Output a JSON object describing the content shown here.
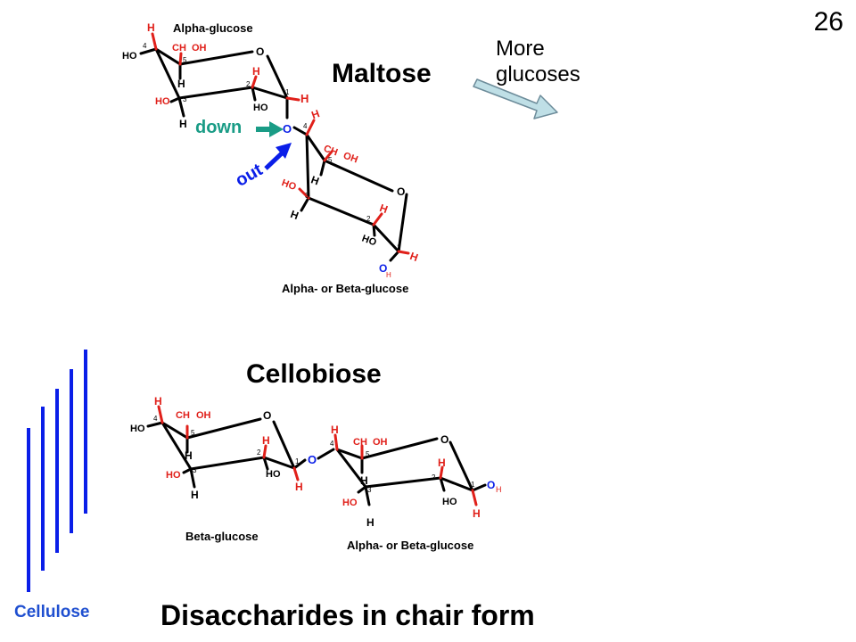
{
  "slide": {
    "number": "26",
    "title": "Disaccharides in chair form"
  },
  "annotations": {
    "more_glucoses": "More glucoses",
    "cellulose": "Cellulose",
    "down": "down",
    "out": "out"
  },
  "maltose": {
    "title": "Maltose",
    "upper_label": "Alpha-glucose",
    "lower_label": "Alpha- or Beta-glucose"
  },
  "cellobiose": {
    "title": "Cellobiose",
    "left_label": "Beta-glucose",
    "right_label": "Alpha- or Beta-glucose"
  },
  "atoms": {
    "H": "H",
    "O": "O",
    "HO": "HO",
    "CH": "CH",
    "OH": "OH",
    "n1": "1",
    "n2": "2",
    "n3": "3",
    "n4": "4",
    "n5": "5"
  },
  "colors": {
    "red": "#e0201a",
    "blue": "#0a1ee8",
    "teal": "#1a9c86",
    "arrow_fill": "#bfdfe6",
    "arrow_stroke": "#6d8c9a",
    "cellulose_text": "#1f4fd0"
  }
}
